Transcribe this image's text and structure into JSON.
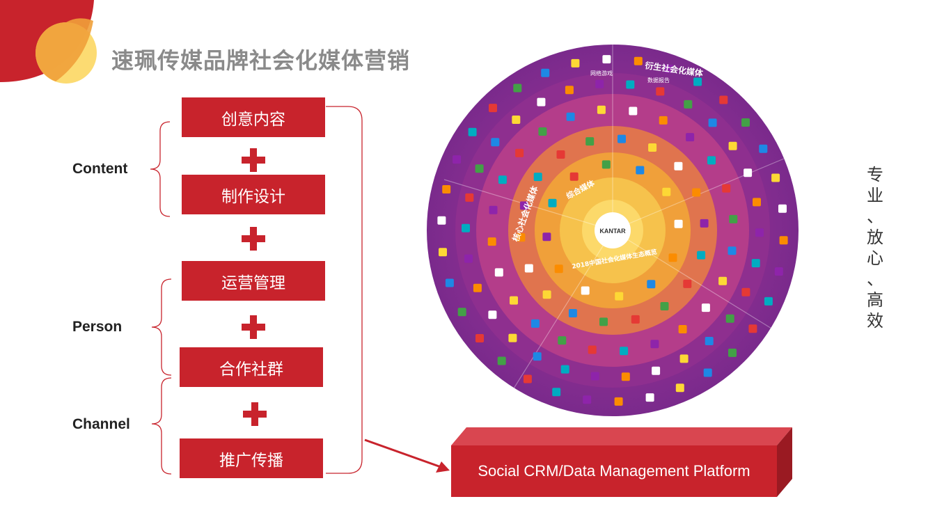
{
  "title": "速珮传媒品牌社会化媒体营销",
  "steps": [
    "创意内容",
    "制作设计",
    "运营管理",
    "合作社群",
    "推广传播"
  ],
  "categories": [
    "Content",
    "Person",
    "Channel"
  ],
  "platform_label": "Social CRM/Data Management Platform",
  "wheel": {
    "center": "KANTAR",
    "ring_labels": [
      "核心社会化媒体",
      "衍生社会化媒体",
      "综合媒体",
      "2018中国社会化媒体生态概览",
      "网络游戏",
      "数据报告"
    ]
  },
  "tagline": [
    "专",
    "业",
    "、",
    "放",
    "心",
    "、",
    "高",
    "效"
  ],
  "colors": {
    "accent": "#c8232c",
    "title": "#8a8a8a",
    "orange": "#f0a03a",
    "yellow": "#fcd96a",
    "purple": "#7a2a8c"
  }
}
